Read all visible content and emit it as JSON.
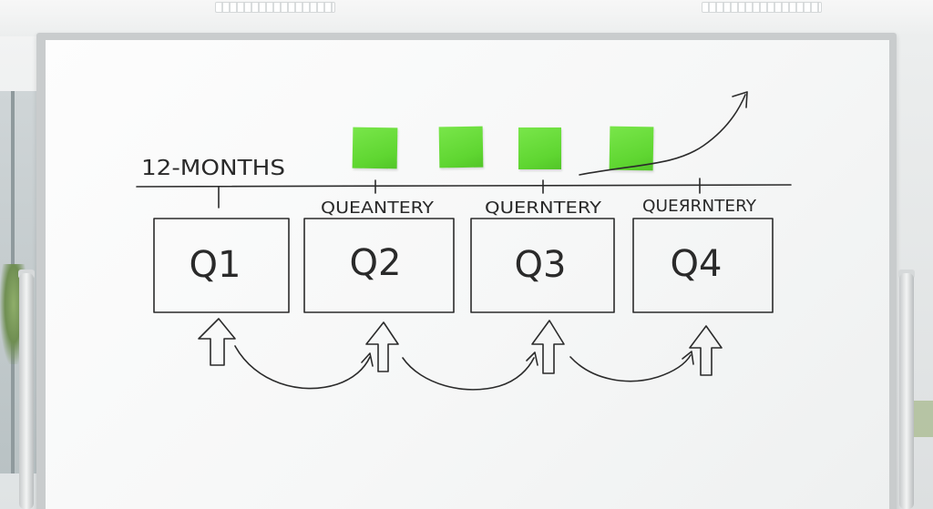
{
  "whiteboard": {
    "timeline_label": "12-MONTHS",
    "quarters": [
      {
        "label": "Q1",
        "caption": ""
      },
      {
        "label": "Q2",
        "caption": "QUEANTERY"
      },
      {
        "label": "Q3",
        "caption": "QUERNTERY"
      },
      {
        "label": "Q4",
        "caption": "QUEЯRNTERY"
      }
    ],
    "sticky_note_color": "#66dd38",
    "sticky_note_count": 4
  }
}
